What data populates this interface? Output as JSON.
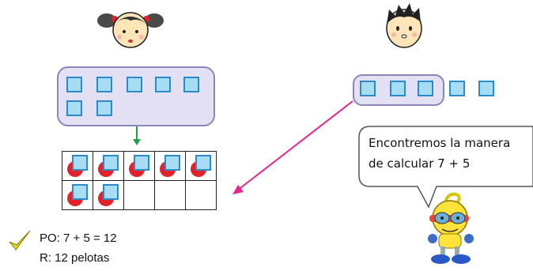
{
  "speech_bubble": {
    "line1": "Encontremos la manera",
    "line2": "de calcular 7 + 5"
  },
  "answer": {
    "operation": "PO: 7 + 5 = 12",
    "response": "R: 12 pelotas"
  },
  "counts": {
    "girl_squares": 7,
    "boy_squares": 5,
    "grid_filled_cells": 7,
    "grid_columns": 5,
    "grid_rows": 2
  },
  "colors": {
    "square_fill": "#a6dcf4",
    "square_border": "#2a8bc8",
    "panel_fill": "#e2e0f2",
    "ball": "#e3212b",
    "arrow_green": "#1aa34a",
    "arrow_pink": "#e8238a",
    "check_yellow": "#d6c21a"
  }
}
